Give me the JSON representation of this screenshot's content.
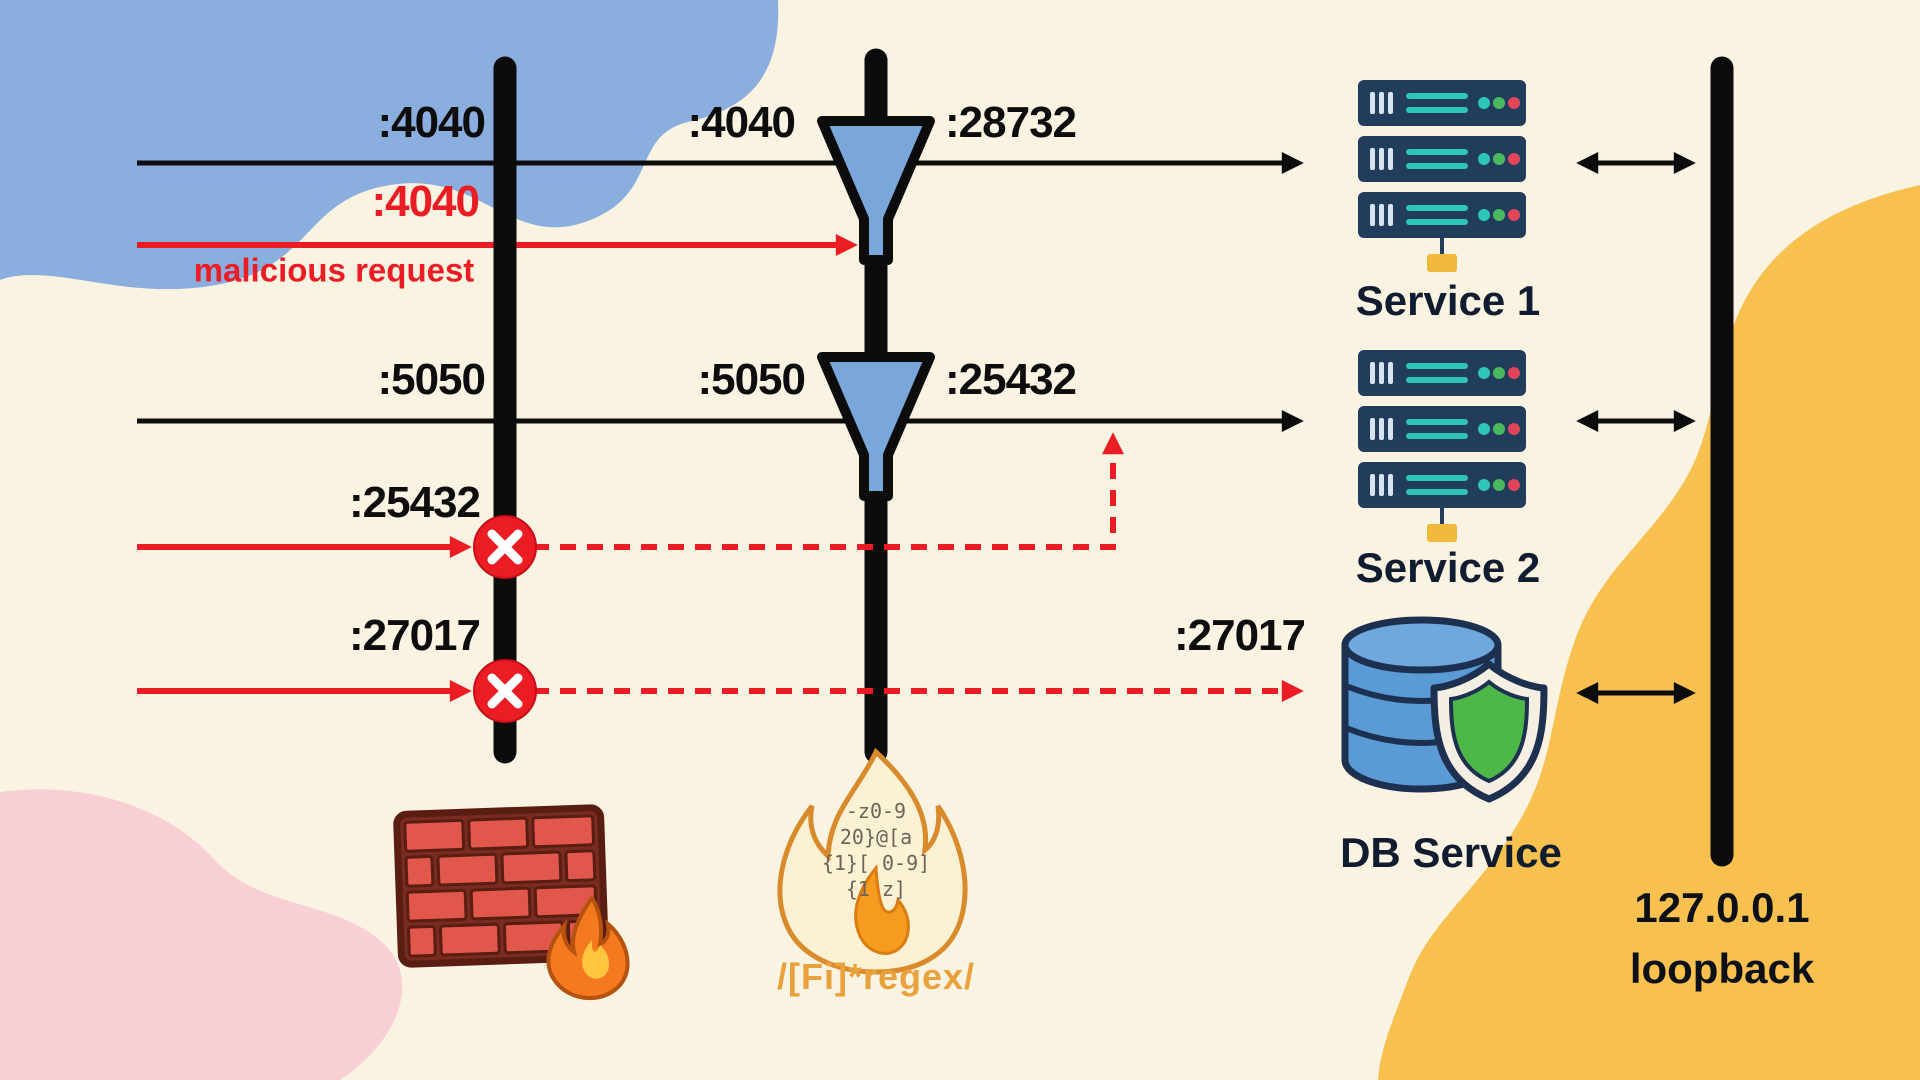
{
  "diagram": {
    "flows": {
      "flow1": {
        "left_port": ":4040",
        "mid_port": ":4040",
        "right_port": ":28732"
      },
      "malicious": {
        "port": ":4040",
        "label": "malicious request"
      },
      "flow2": {
        "left_port": ":5050",
        "mid_port": ":5050",
        "right_port": ":25432"
      },
      "blocked_redirect": {
        "port": ":25432"
      },
      "db_flow": {
        "left_port": ":27017",
        "right_port": ":27017"
      }
    },
    "nodes": {
      "service1_label": "Service 1",
      "service2_label": "Service 2",
      "db_label": "DB Service",
      "loopback_ip": "127.0.0.1",
      "loopback_word": "loopback",
      "regex_label": "/[Fi]*regex/"
    },
    "flame_text": [
      "-z0-9",
      "20}@[a",
      "{1}[ 0-9]",
      "{1 z]"
    ],
    "colors": {
      "background": "#fbf3e2",
      "blob_blue": "#8aaedd",
      "blob_pink": "#f9cfd6",
      "blob_orange": "#f7c04f",
      "line_black": "#0c0c0c",
      "alert_red": "#ec1c24",
      "funnel_blue": "#7aa7d9",
      "server_navy": "#223c5c",
      "server_teal": "#2ec4b6",
      "db_blue": "#5b9bd5",
      "shield_green": "#4db848",
      "brick_red": "#e2574c",
      "flame_orange": "#f4791f",
      "connector_yellow": "#f0b93c"
    }
  }
}
